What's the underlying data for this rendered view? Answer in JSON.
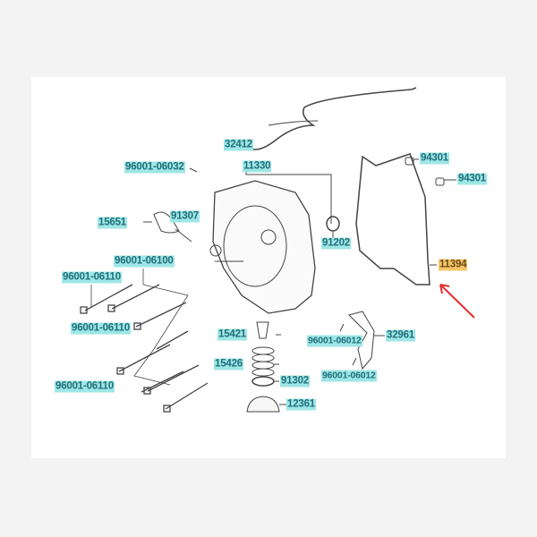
{
  "diagram": {
    "parts": [
      {
        "id": "32412",
        "label": "32412"
      },
      {
        "id": "96001-06032",
        "label": "96001-06032"
      },
      {
        "id": "11330",
        "label": "11330"
      },
      {
        "id": "94301a",
        "label": "94301"
      },
      {
        "id": "94301b",
        "label": "94301"
      },
      {
        "id": "15651",
        "label": "15651"
      },
      {
        "id": "91307",
        "label": "91307"
      },
      {
        "id": "91202",
        "label": "91202"
      },
      {
        "id": "11394",
        "label": "11394",
        "highlighted": true
      },
      {
        "id": "96001-06100",
        "label": "96001-06100"
      },
      {
        "id": "96001-06110a",
        "label": "96001-06110"
      },
      {
        "id": "96001-06110b",
        "label": "96001-06110"
      },
      {
        "id": "15421",
        "label": "15421"
      },
      {
        "id": "32961",
        "label": "32961"
      },
      {
        "id": "96001-06012a",
        "label": "96001-06012"
      },
      {
        "id": "15426",
        "label": "15426"
      },
      {
        "id": "96001-06012b",
        "label": "96001-06012"
      },
      {
        "id": "91302",
        "label": "91302"
      },
      {
        "id": "96001-06110c",
        "label": "96001-06110"
      },
      {
        "id": "12361",
        "label": "12361"
      }
    ],
    "colors": {
      "label_bg": "#9fe6e6",
      "highlight_bg": "#f6c56a",
      "arrow": "#e03030"
    }
  }
}
